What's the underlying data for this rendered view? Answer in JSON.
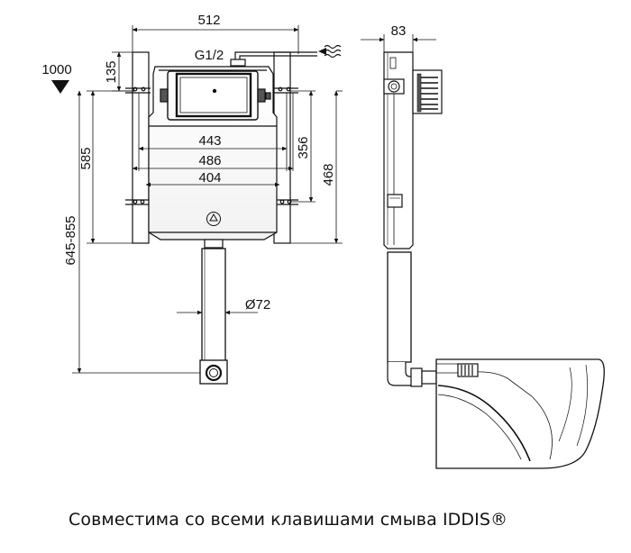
{
  "dimensions": {
    "frame_width": "512",
    "side_depth": "83",
    "inlet": "G1/2",
    "top_offset": "135",
    "height_mark": "1000",
    "height_total": "585",
    "height_pipe": "645-855",
    "width_443": "443",
    "width_486": "486",
    "width_404": "404",
    "mount_356": "356",
    "mount_468": "468",
    "pipe_diameter": "Ø72"
  },
  "caption": "Совместима со всеми клавишами смыва IDDIS®",
  "colors": {
    "line": "#111111",
    "panel_grey": "#555555",
    "background": "#ffffff"
  },
  "icons": {
    "water_inlet": "water-wave-icon",
    "height_marker": "triangle-down-icon",
    "recycle_logo": "recycle-icon"
  }
}
